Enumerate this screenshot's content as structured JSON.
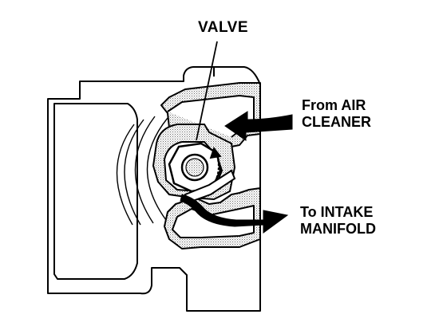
{
  "labels": {
    "valve": "VALVE",
    "from_air_cleaner": [
      "From AIR",
      "CLEANER"
    ],
    "to_intake_manifold": [
      "To INTAKE",
      "MANIFOLD"
    ]
  },
  "colors": {
    "line": "#000000",
    "hatch": "#8a8a8a",
    "background": "#ffffff"
  }
}
